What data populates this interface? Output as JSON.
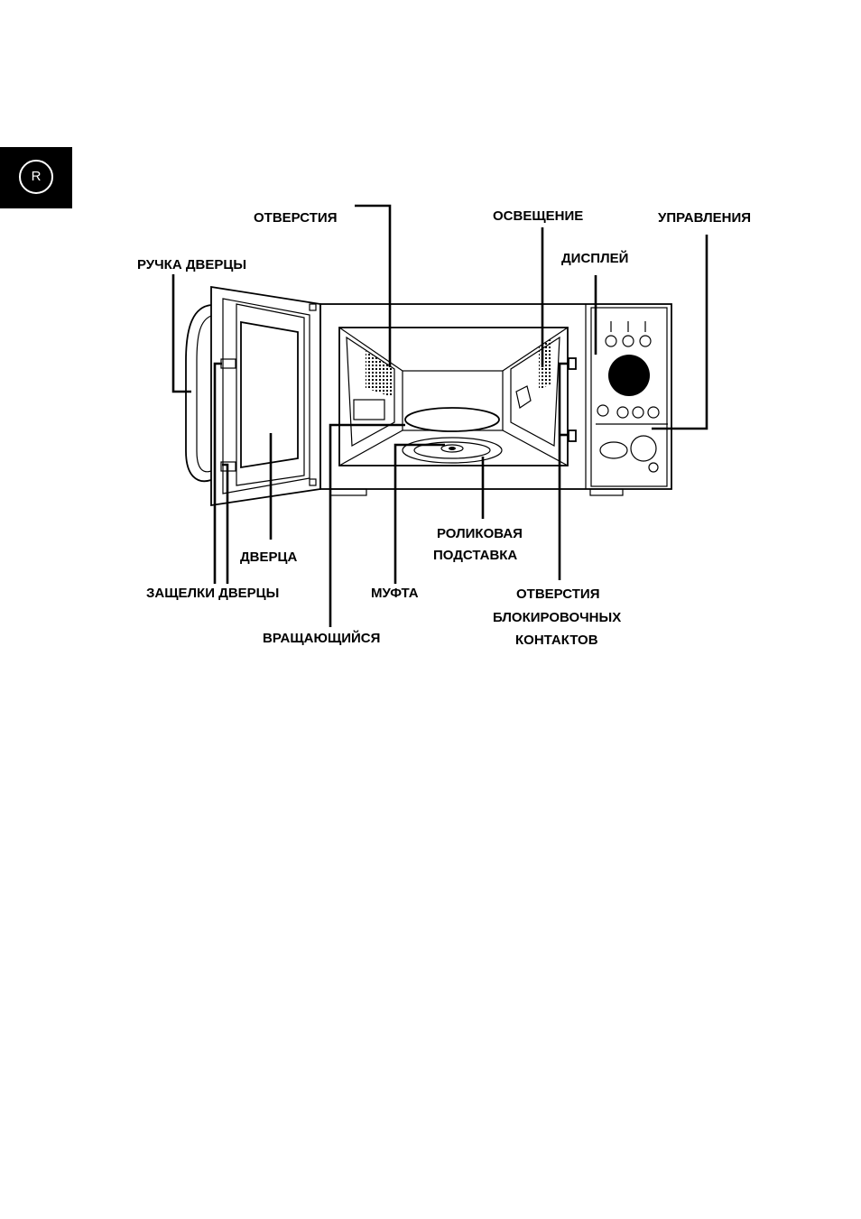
{
  "page_marker": "R",
  "labels": {
    "vents": "ОТВЕРСТИЯ",
    "light": "ОСВЕЩЕНИЕ",
    "controls": "УПРАВЛЕНИЯ",
    "door_handle": "РУЧКА ДВЕРЦЫ",
    "display": "ДИСПЛЕЙ",
    "door": "ДВЕРЦА",
    "roller_ring_1": "РОЛИКОВАЯ",
    "roller_ring_2": "ПОДСТАВКА",
    "door_latches": "ЗАЩЕЛКИ ДВЕРЦЫ",
    "coupler": "МУФТА",
    "interlock_1": "ОТВЕРСТИЯ",
    "interlock_2": "БЛОКИРОВОЧНЫХ",
    "interlock_3": "КОНТАКТОВ",
    "turntable": "ВРАЩАЮЩИЙСЯ"
  }
}
